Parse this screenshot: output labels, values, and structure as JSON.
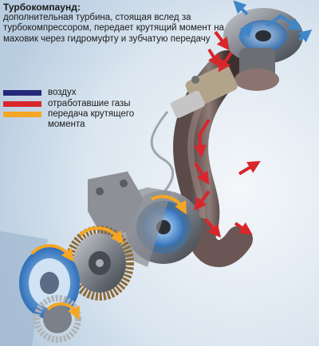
{
  "caption": {
    "title": "Турбокомпаунд:",
    "body": "дополнительная турбина, стоящая вслед за турбокомпрессором, передает крутящий момент на маховик через гидромуфту и зубчатую передачу"
  },
  "legend": [
    {
      "label": "воздух",
      "color": "#27287a"
    },
    {
      "label": "отработавшие газы",
      "color": "#d9262c"
    },
    {
      "label": "передача крутящего момента",
      "color": "#f5a623"
    }
  ],
  "colors": {
    "air": "#3f86c9",
    "exhaust": "#d9262c",
    "torque": "#f5a623",
    "background": "#d6e3ef"
  }
}
